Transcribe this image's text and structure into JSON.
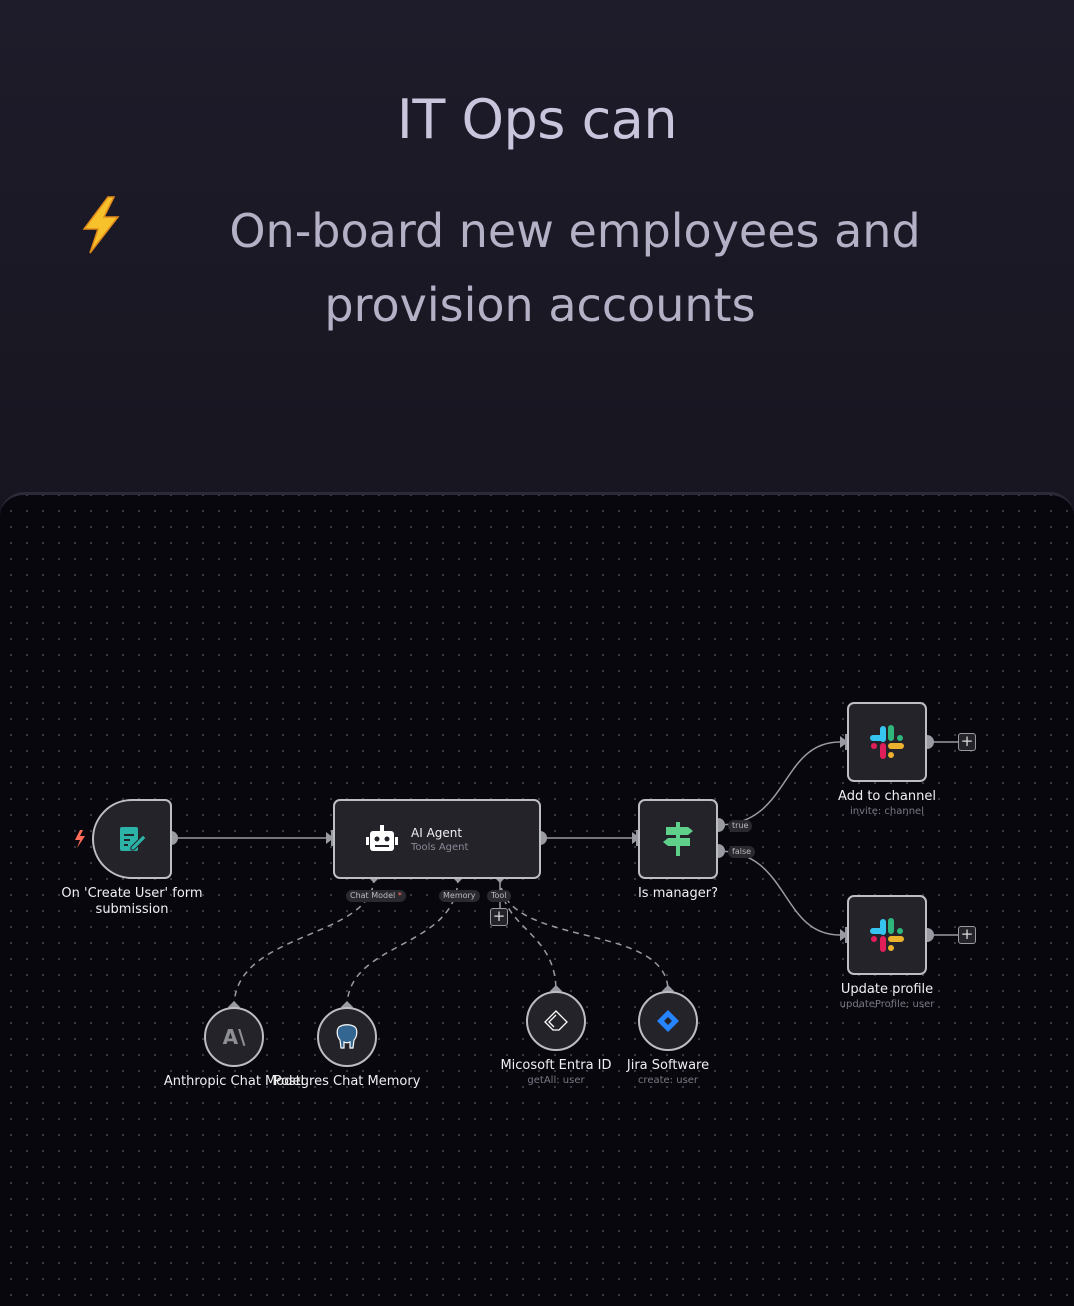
{
  "header": {
    "title": "IT Ops can",
    "subtitle": "On-board new employees and provision accounts",
    "subtitle_icon": "lightning-bolt-icon"
  },
  "workflow": {
    "trigger": {
      "label": "On 'Create User' form submission",
      "icon": "form-icon"
    },
    "agent": {
      "label": "AI Agent",
      "sublabel": "Tools Agent",
      "icon": "robot-icon",
      "ports": {
        "chat_model": "Chat Model",
        "required_mark": "*",
        "memory": "Memory",
        "tool": "Tool"
      }
    },
    "if": {
      "label": "Is manager?",
      "icon": "signpost-icon",
      "true": "true",
      "false": "false"
    },
    "add_channel": {
      "label": "Add to channel",
      "sublabel": "invite: channel",
      "icon": "slack-icon"
    },
    "update_profile": {
      "label": "Update profile",
      "sublabel": "updateProfile: user",
      "icon": "slack-icon"
    },
    "anthropic": {
      "label": "Anthropic Chat Model",
      "icon": "anthropic-icon"
    },
    "postgres": {
      "label": "Postgres Chat Memory",
      "icon": "postgres-icon"
    },
    "entra": {
      "label": "Micosoft Entra ID",
      "sublabel": "getAll: user",
      "icon": "entra-icon"
    },
    "jira": {
      "label": "Jira Software",
      "sublabel": "create: user",
      "icon": "jira-icon"
    },
    "plus": "+"
  },
  "colors": {
    "trigger_bolt": "#ff6d5a",
    "form": "#2bb3a8",
    "if": "#5fd08a",
    "jira": "#2684ff"
  }
}
